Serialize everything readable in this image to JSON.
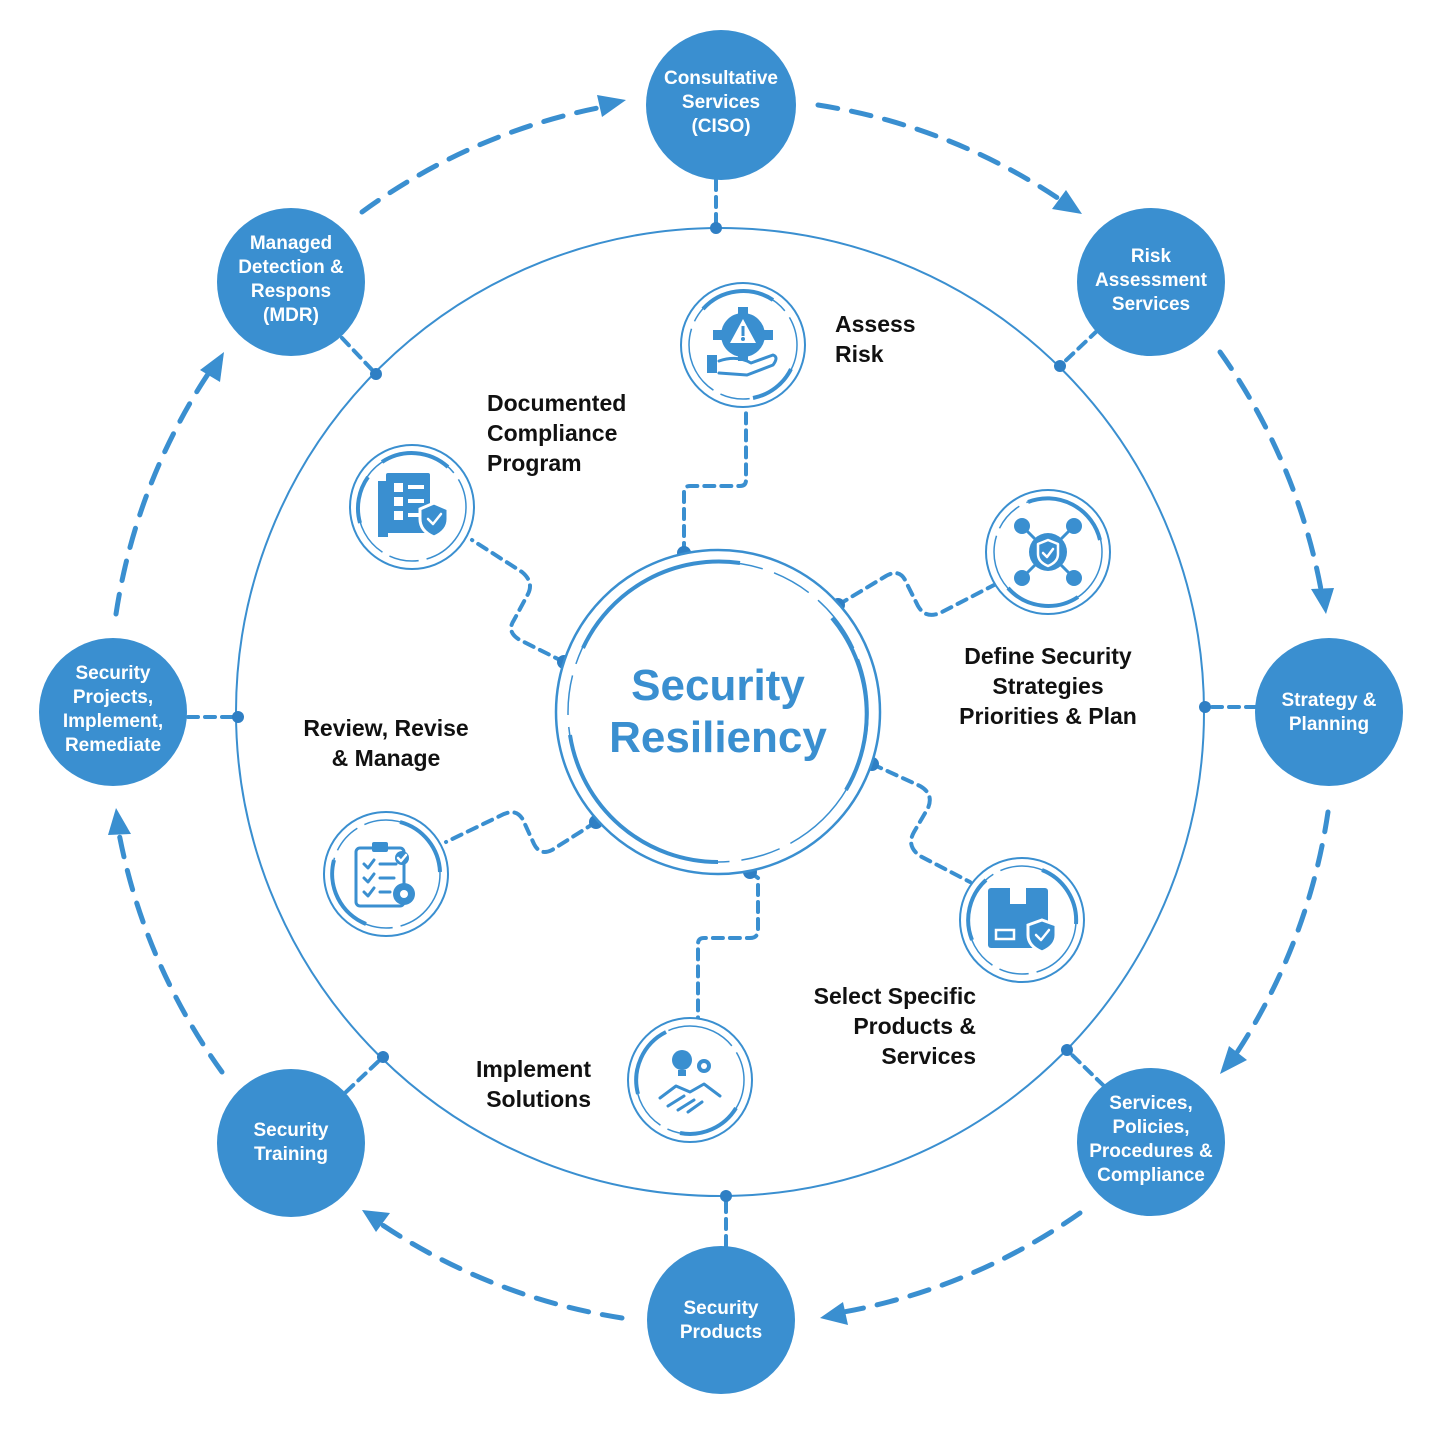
{
  "center": {
    "line1": "Security",
    "line2": "Resiliency"
  },
  "outer_nodes": [
    {
      "id": "ciso",
      "lines": [
        "Consultative",
        "Services",
        "(CISO)"
      ]
    },
    {
      "id": "risk-assessment",
      "lines": [
        "Risk",
        "Assessment",
        "Services"
      ]
    },
    {
      "id": "strategy",
      "lines": [
        "Strategy &",
        "Planning"
      ]
    },
    {
      "id": "services-policies",
      "lines": [
        "Services,",
        "Policies,",
        "Procedures &",
        "Compliance"
      ]
    },
    {
      "id": "security-products",
      "lines": [
        "Security",
        "Products"
      ]
    },
    {
      "id": "security-training",
      "lines": [
        "Security",
        "Training"
      ]
    },
    {
      "id": "security-projects",
      "lines": [
        "Security",
        "Projects,",
        "Implement,",
        "Remediate"
      ]
    },
    {
      "id": "mdr",
      "lines": [
        "Managed",
        "Detection &",
        "Respons",
        "(MDR)"
      ]
    }
  ],
  "steps": [
    {
      "id": "assess-risk",
      "icon": "risk-gear-hand-icon",
      "lines": [
        "Assess",
        "Risk"
      ]
    },
    {
      "id": "define-strategies",
      "icon": "network-shield-icon",
      "lines": [
        "Define Security",
        "Strategies",
        "Priorities & Plan"
      ]
    },
    {
      "id": "select-products",
      "icon": "box-shield-icon",
      "lines": [
        "Select Specific",
        "Products &",
        "Services"
      ]
    },
    {
      "id": "implement-solutions",
      "icon": "handshake-bulb-icon",
      "lines": [
        "Implement",
        "Solutions"
      ]
    },
    {
      "id": "review-manage",
      "icon": "clipboard-gear-icon",
      "lines": [
        "Review, Revise",
        "& Manage"
      ]
    },
    {
      "id": "documented-compliance",
      "icon": "document-shield-icon",
      "lines": [
        "Documented",
        "Compliance",
        "Program"
      ]
    }
  ],
  "colors": {
    "accent": "#3a8fd0",
    "node_text": "#ffffff",
    "label_text": "#111111"
  }
}
